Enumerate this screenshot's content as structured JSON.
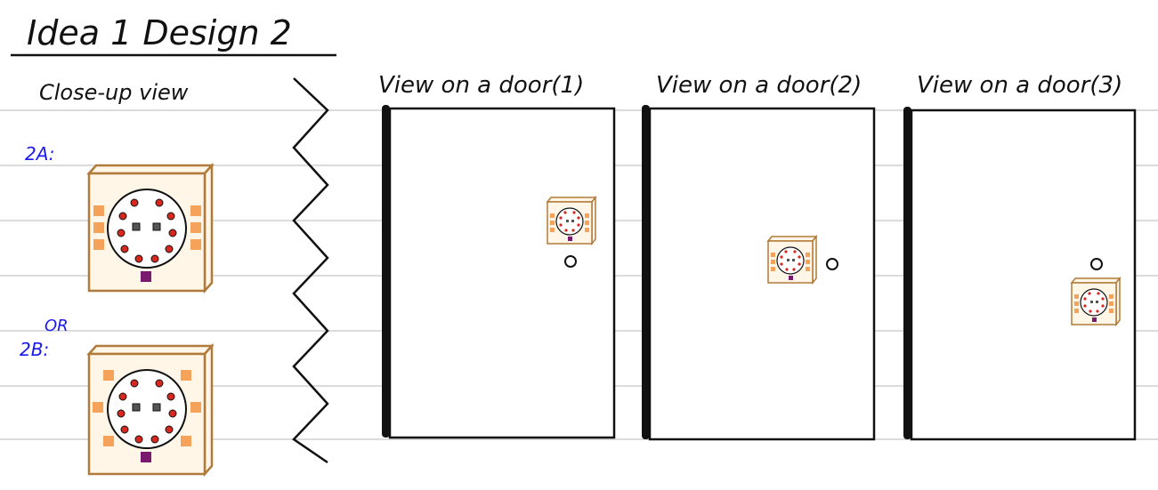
{
  "title": "Idea 1 Design 2",
  "closeup_label": "Close-up view",
  "option_2a_label": "2A:",
  "or_label": "OR",
  "option_2b_label": "2B:",
  "door_views": [
    {
      "label": "View on a door(1)"
    },
    {
      "label": "View on a door(2)"
    },
    {
      "label": "View on a door(3)"
    }
  ],
  "colors": {
    "ruled_line": "#c8c8c8",
    "ink": "#111111",
    "blue_ink": "#1a1af0",
    "device_frame": "#b07a3a",
    "device_fill": "#fff6e8",
    "pad": "#f5a35a",
    "led": "#d8271e",
    "sensor": "#555555",
    "connector": "#7a1a6e"
  }
}
